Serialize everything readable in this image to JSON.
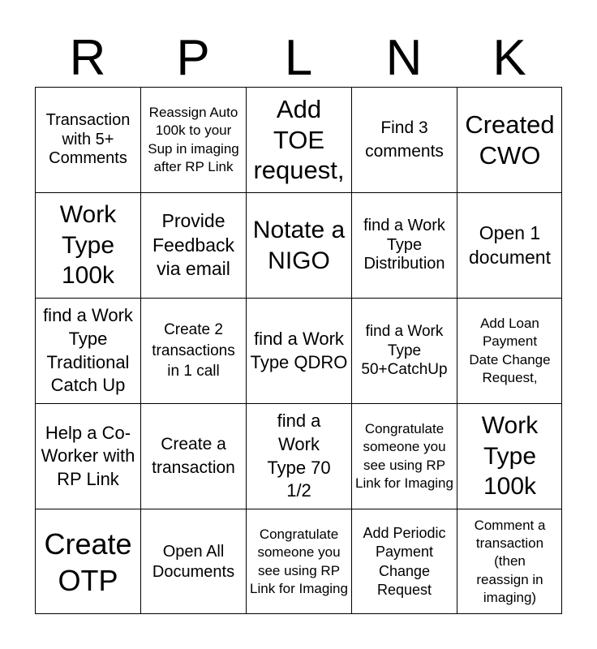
{
  "header": [
    "R",
    "P",
    "L",
    "N",
    "K"
  ],
  "cells": [
    "Transaction with 5+ Comments",
    "Reassign Auto 100k to your Sup in imaging after RP Link",
    "Add TOE request,",
    "Find 3 comments",
    "Created CWO",
    "Work Type 100k",
    "Provide Feedback via email",
    "Notate a NIGO",
    "find a Work Type Distribution",
    "Open 1 document",
    "find a Work Type Traditional Catch Up",
    "Create 2 transactions in 1 call",
    "find a Work Type QDRO",
    "find a Work Type 50+CatchUp",
    "Add Loan Payment Date Change Request,",
    "Help a Co-Worker with RP Link",
    "Create a transaction",
    "find a Work Type 70 1/2",
    "Congratulate someone you see using RP Link for Imaging",
    "Work Type 100k",
    "Create OTP",
    "Open All Documents",
    "Congratulate someone you see using RP Link for Imaging",
    "Add Periodic Payment Change Request",
    "Comment a transaction (then reassign in imaging)"
  ]
}
